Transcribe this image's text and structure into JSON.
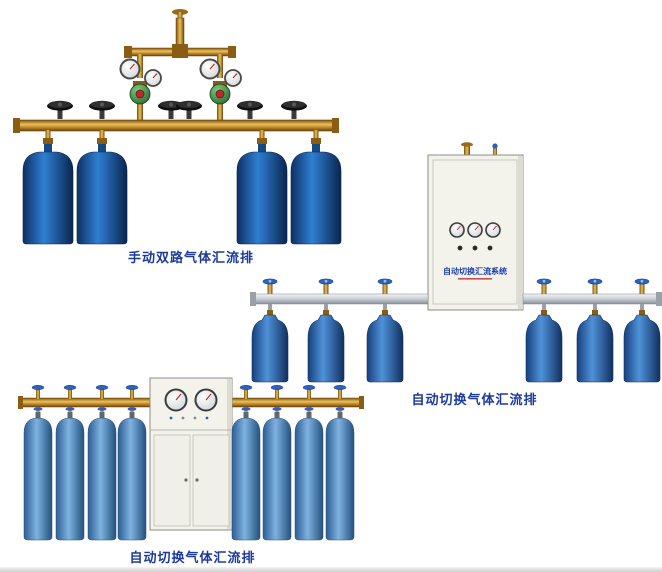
{
  "page": {
    "background_color": "#ffffff",
    "caption_color": "#1b3a9c"
  },
  "products": [
    {
      "id": "manual-double-gas-manifold",
      "caption": "手动双路气体汇流排"
    },
    {
      "id": "auto-switch-gas-manifold-cabinet",
      "caption": "自动切换气体汇流排",
      "cabinet_label": "自动切换汇流系统"
    },
    {
      "id": "auto-switch-gas-manifold-gauge-cabinet",
      "caption": "自动切换气体汇流排"
    }
  ],
  "colors": {
    "cylinder_blue_dark": "#0e3066",
    "cylinder_blue_mid": "#2f7fd2",
    "cylinder_blue_light": "#7fb2e0",
    "brass": "#c9952d",
    "aluminum_pipe": "#c3c9d0",
    "handwheel_black": "#141414",
    "handwheel_blue": "#2a62c0",
    "regulator_green": "#1c5e22",
    "cabinet_white": "#f3f3ec"
  }
}
